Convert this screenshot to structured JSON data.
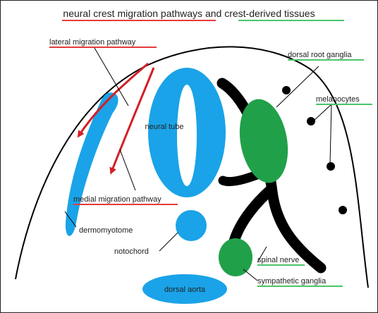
{
  "title": "neural crest migration pathways and crest-derived tissues",
  "labels": {
    "lateral_pathway": "lateral migration pathway",
    "medial_pathway": "medial migration pathway",
    "neural_tube": "neural tube",
    "dorsal_root_ganglia": "dorsal root ganglia",
    "melanocytes": "melanocytes",
    "dermomyotome": "dermomyotome",
    "notochord": "notochord",
    "spinal_nerve": "spinal nerve",
    "sympathetic_ganglia": "sympathetic ganglia",
    "dorsal_aorta": "dorsal aorta"
  },
  "colors": {
    "structure_blue": "#1aa3e8",
    "ganglia_green": "#21a04a",
    "pathway_red": "#d31f26",
    "underline_red": "#e53b3b",
    "underline_green": "#4cc46a",
    "nerve_black": "#000000"
  }
}
